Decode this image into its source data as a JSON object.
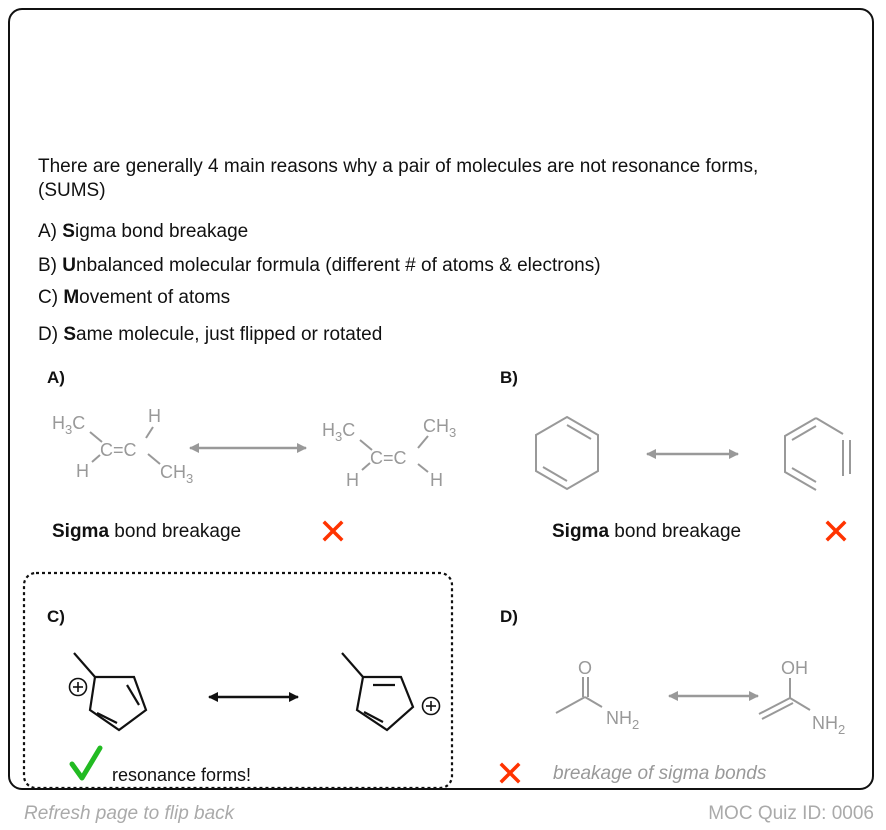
{
  "intro": {
    "line1": "There are generally 4 main reasons why a pair of molecules are not resonance forms,",
    "line2": "(SUMS)"
  },
  "reasons": [
    {
      "prefix": "A) ",
      "bold": "S",
      "rest": "igma bond breakage"
    },
    {
      "prefix": "B) ",
      "bold": "U",
      "rest": "nbalanced molecular formula (different  # of atoms & electrons)"
    },
    {
      "prefix": "C) ",
      "bold": "M",
      "rest": "ovement of atoms"
    },
    {
      "prefix": "D) ",
      "bold": "S",
      "rest": "ame molecule, just flipped or rotated"
    }
  ],
  "panels": {
    "a": {
      "label": "A)",
      "caption_bold": "Sigma",
      "caption_rest": " bond breakage",
      "verdict": "cross-icon"
    },
    "b": {
      "label": "B)",
      "caption_bold": "Sigma",
      "caption_rest": " bond breakage",
      "verdict": "cross-icon"
    },
    "c": {
      "label": "C)",
      "caption": "resonance forms!",
      "verdict": "check-icon"
    },
    "d": {
      "label": "D)",
      "caption": "breakage of sigma bonds",
      "verdict": "cross-icon"
    }
  },
  "atoms": {
    "H": "H",
    "C": "C",
    "CC": "C=C",
    "three": "3",
    "two": "2",
    "O": "O",
    "OH": "OH",
    "NH": "NH"
  },
  "footer": {
    "left": "Refresh page to flip back",
    "right": "MOC Quiz ID: 0006"
  },
  "colors": {
    "cross": "#ff3300",
    "check": "#22bb22",
    "molecule_gray": "#999999"
  }
}
